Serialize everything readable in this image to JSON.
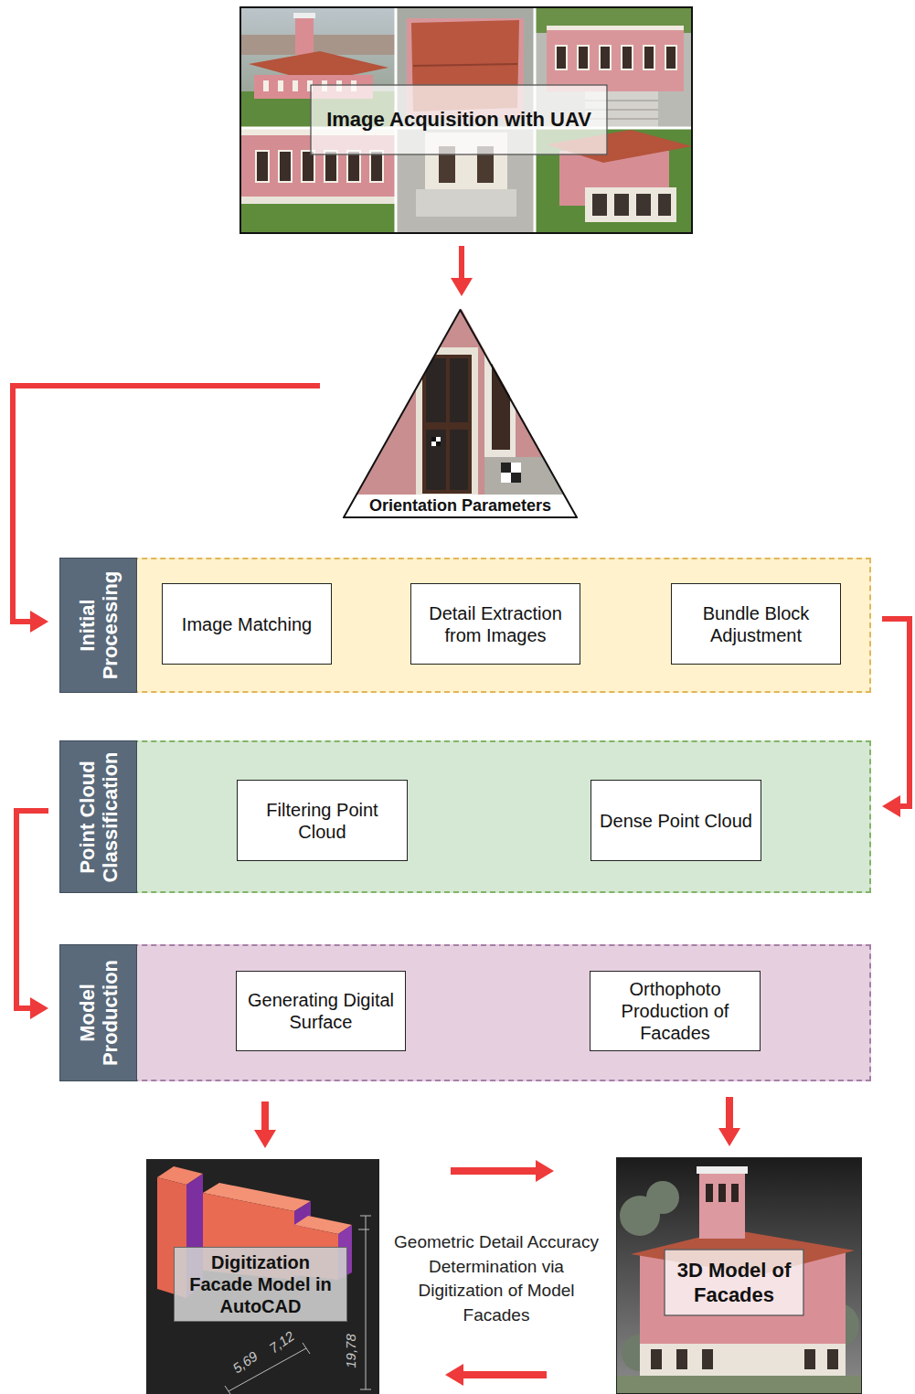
{
  "diagram": {
    "nodes": [
      {
        "text": [
          "Image Acquisition with UAV"
        ]
      },
      {
        "text": [
          "Orientation Parameters"
        ]
      },
      {
        "text": [
          "Initial Processing"
        ]
      },
      {
        "text": [
          "Image Matching"
        ],
        "in": 2
      },
      {
        "text": [
          "Detail Extraction from Images"
        ],
        "in": 2
      },
      {
        "text": [
          "Bundle Block Adjustment"
        ],
        "in": 2
      },
      {
        "text": [
          "Point Cloud Classification"
        ]
      },
      {
        "text": [
          "Filtering Point Cloud"
        ],
        "in": 6
      },
      {
        "text": [
          "Dense Point Cloud"
        ],
        "in": 6
      },
      {
        "text": [
          "Model Production"
        ]
      },
      {
        "text": [
          "Generating Digital Surface"
        ],
        "in": 9
      },
      {
        "text": [
          "Orthophoto Production of Facades"
        ],
        "in": 9
      },
      {
        "text": [
          "Digitization Facade Model in AutoCAD"
        ]
      },
      {
        "text": [
          "3D Model of Facades"
        ]
      }
    ],
    "edges": [
      {
        "from": 0,
        "to": 1,
        "arrow": "to"
      },
      {
        "from": 1,
        "to": 2,
        "arrow": "to"
      },
      {
        "from": 3,
        "to": 4,
        "arrow": "to"
      },
      {
        "from": 4,
        "to": 5,
        "arrow": "to"
      },
      {
        "from": 2,
        "to": 6,
        "arrow": "to"
      },
      {
        "from": 8,
        "to": 7,
        "arrow": "to"
      },
      {
        "from": 6,
        "to": 9,
        "arrow": "to"
      },
      {
        "from": 10,
        "to": 11,
        "arrow": "to"
      },
      {
        "from": 9,
        "to": 12,
        "arrow": "to"
      },
      {
        "from": 9,
        "to": 13,
        "arrow": "to"
      },
      {
        "from": 12,
        "to": 13,
        "arrow": "to"
      },
      {
        "from": 13,
        "to": 12,
        "arrow": "to"
      }
    ],
    "labels": [
      "Geometric Detail Accuracy Determination via Digitization of Model Facades",
      "5,69",
      "7,12",
      "19,78"
    ]
  }
}
